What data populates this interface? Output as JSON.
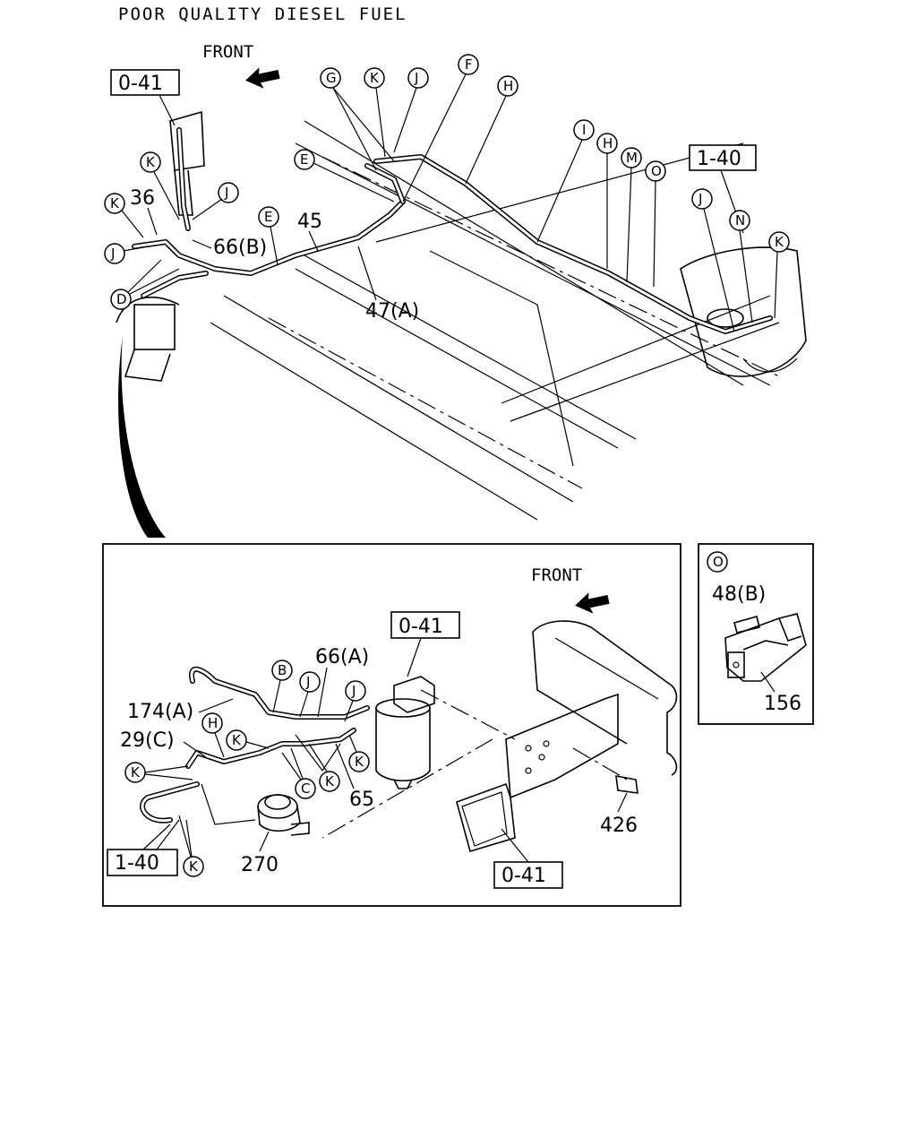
{
  "title": "POOR QUALITY DIESEL FUEL",
  "front_label": "FRONT",
  "top_view": {
    "ref_boxes": [
      "0-41",
      "1-40"
    ],
    "circle_labels": [
      "G",
      "K",
      "J",
      "F",
      "H",
      "I",
      "H",
      "M",
      "O",
      "J",
      "N",
      "K",
      "E",
      "K",
      "K",
      "J",
      "E",
      "J",
      "D"
    ],
    "part_numbers": [
      "36",
      "66(B)",
      "45",
      "47(A)"
    ]
  },
  "detail_view": {
    "front_label": "FRONT",
    "ref_boxes": [
      "0-41",
      "1-40",
      "0-41"
    ],
    "circle_labels": [
      "B",
      "J",
      "J",
      "H",
      "K",
      "K",
      "C",
      "K",
      "K",
      "K"
    ],
    "part_numbers": [
      "66(A)",
      "174(A)",
      "29(C)",
      "65",
      "426",
      "270"
    ]
  },
  "inset_o": {
    "circle_label": "O",
    "part_numbers": [
      "48(B)",
      "156"
    ]
  }
}
